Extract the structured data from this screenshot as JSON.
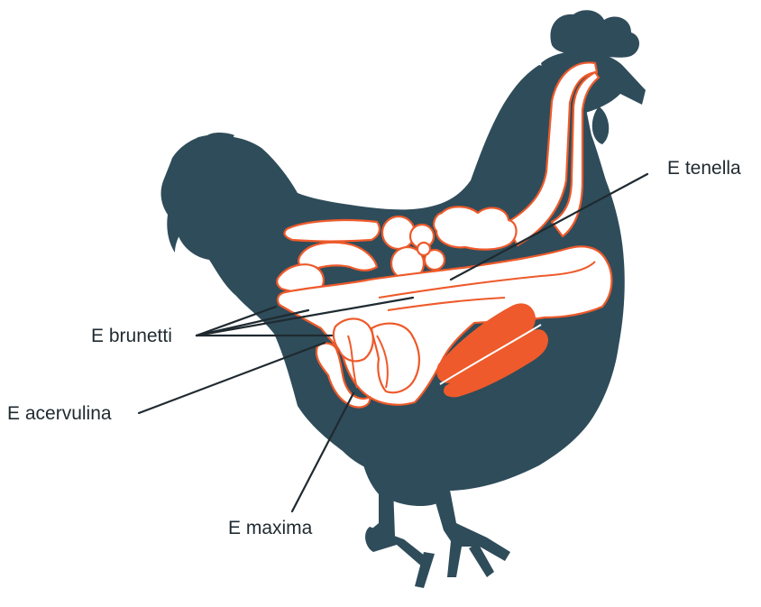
{
  "labels": {
    "tenella": "E tenella",
    "brunetti": "E brunetti",
    "acervulina": "E acervulina",
    "maxima": "E maxima"
  },
  "colors": {
    "silhouette": "#2f4c5a",
    "organ_fill": "#ffffff",
    "organ_outline": "#ee5a2b",
    "ceca": "#ee5a2b",
    "leader_line": "#1f2a30",
    "text": "#1f2a30"
  }
}
